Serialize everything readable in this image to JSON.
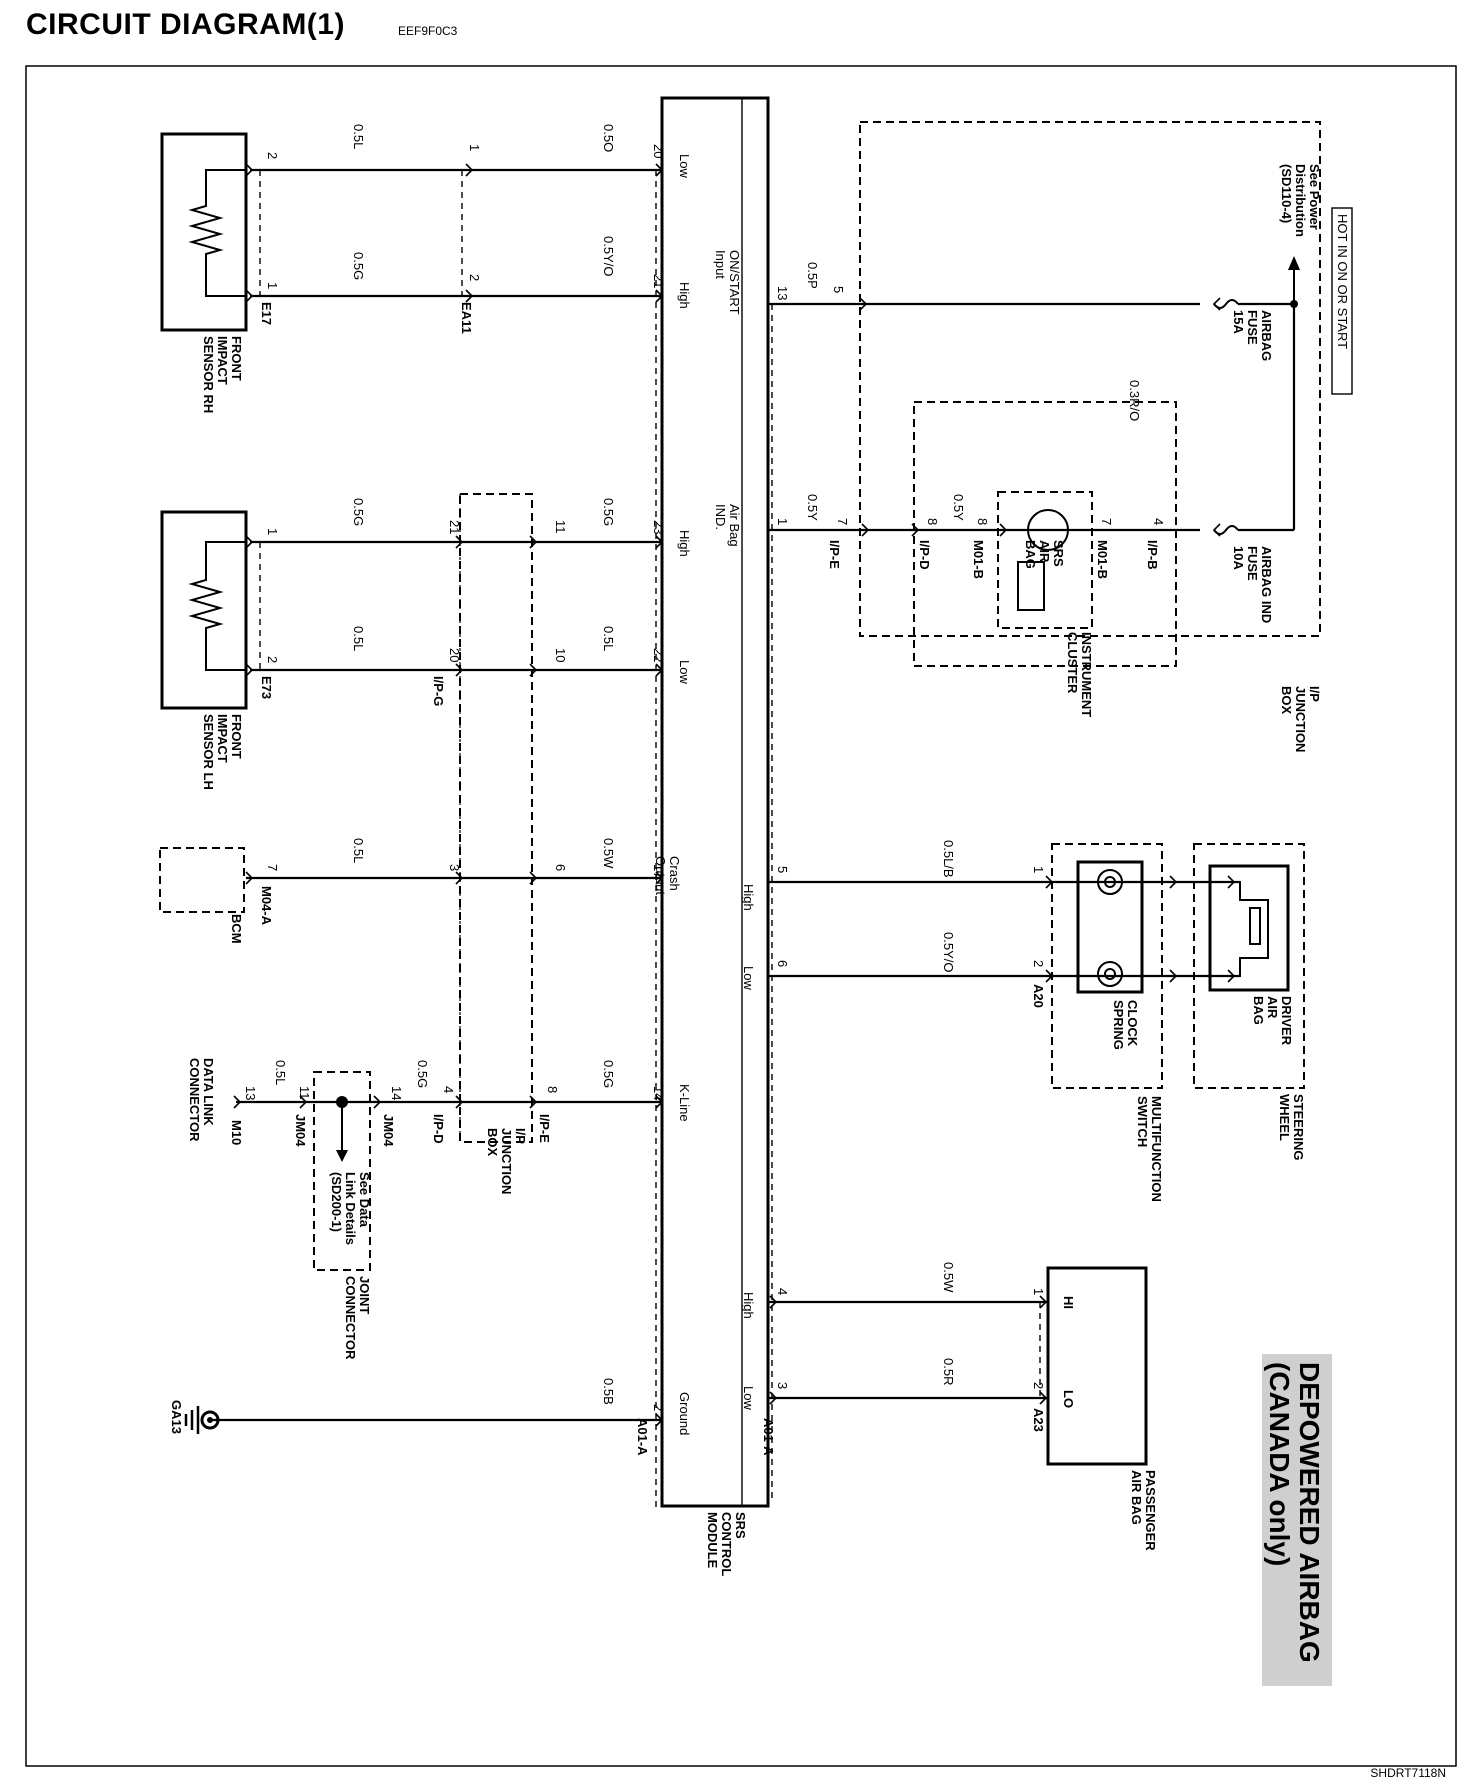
{
  "header": {
    "title": "CIRCUIT DIAGRAM(1)",
    "code": "EEF9F0C3",
    "footer_code": "SHDRT7118N"
  },
  "stamp": {
    "line1": "DEPOWERED AIRBAG",
    "line2": "(CANADA only)"
  },
  "power": {
    "hot_label": "HOT IN ON OR START",
    "ref_lines": [
      "See Power",
      "Distribution",
      "(SD110-4)"
    ],
    "fuse1_lines": [
      "AIRBAG",
      "FUSE",
      "15A"
    ],
    "fuse2_lines": [
      "AIRBAG IND",
      "FUSE",
      "10A"
    ]
  },
  "module": {
    "lines": [
      "SRS",
      "CONTROL",
      "MODULE"
    ],
    "conn_a01": "A01-A",
    "pins": {
      "low": "Low",
      "high": "High",
      "on_start": [
        "ON/START",
        "Input"
      ],
      "airbag_ind": [
        "Air Bag",
        "IND."
      ],
      "high2": "High",
      "low2": "Low",
      "crash": [
        "Crash",
        "Output"
      ],
      "k_line": "K-Line",
      "ground": "Ground",
      "hi3": "High",
      "lo3": "Low",
      "hi4": "High",
      "lo4": "Low"
    }
  },
  "sensor_rh": {
    "lines": [
      "FRONT",
      "IMPACT",
      "SENSOR RH"
    ],
    "conn": "E17"
  },
  "sensor_lh": {
    "lines": [
      "FRONT",
      "IMPACT",
      "SENSOR LH"
    ],
    "conn": "E73"
  },
  "bcm": {
    "label": "BCM",
    "conn": "M04-A"
  },
  "dlc": {
    "lines": [
      "DATA LINK",
      "CONNECTOR"
    ],
    "conn": "M10"
  },
  "joint": {
    "lines": [
      "JOINT",
      "CONNECTOR"
    ],
    "conn1": "JM04",
    "conn2": "JM04",
    "ref": [
      "See Data",
      "Link Details",
      "(SD200-1)"
    ]
  },
  "ip_box": {
    "lines": [
      "I/P",
      "JUNCTION",
      "BOX"
    ],
    "c_g": "I/P-G",
    "c_d": "I/P-D",
    "c_e": "I/P-E"
  },
  "ip_box2": {
    "lines": [
      "I/P",
      "JUNCTION",
      "BOX"
    ],
    "c_b": "I/P-B",
    "c_e": "I/P-E",
    "c_d": "I/P-D"
  },
  "cluster": {
    "lines": [
      "INSTRUMENT",
      "CLUSTER"
    ],
    "c1": "M01-B",
    "c2": "M01-B",
    "lamp": [
      "SRS",
      "AIR",
      "BAG"
    ]
  },
  "ea11": "EA11",
  "clock": {
    "lines": [
      "CLOCK",
      "SPRING"
    ],
    "sw": [
      "MULTIFUNCTION",
      "SWITCH"
    ],
    "conn": "A20"
  },
  "driver": {
    "lines": [
      "DRIVER",
      "AIR",
      "BAG"
    ],
    "wheel": [
      "STEERING",
      "WHEEL"
    ]
  },
  "passenger": {
    "lines": [
      "PASSENGER",
      "AIR BAG"
    ],
    "conn": "A23",
    "hi": "HI",
    "lo": "LO"
  },
  "ground": {
    "label": "GA13"
  },
  "wires": {
    "w1": "0.5L",
    "w2": "0.5O",
    "w3": "0.5G",
    "w4": "0.5Y/O",
    "w5": "0.5P",
    "w6": "0.5G",
    "w7": "0.5G",
    "w8": "0.5L",
    "w9": "0.5L",
    "w10": "0.5L",
    "w11": "0.5W",
    "w12": "0.5L",
    "w13": "0.5G",
    "w14": "0.5G",
    "w15": "0.5B",
    "w16": "0.5Y",
    "w17": "0.5Y",
    "w18": "0.3R/O",
    "w19": "0.5L/B",
    "w20": "0.5Y/O",
    "w21": "0.5W",
    "w22": "0.5R"
  },
  "pins": {
    "p2a": "2",
    "p1a": "1",
    "p1b": "1",
    "p2b": "2",
    "p20": "20",
    "p21": "21",
    "p13": "13",
    "p5": "5",
    "p1c": "1",
    "p2c": "2",
    "p21b": "21",
    "p20b": "20",
    "p11": "11",
    "p10": "10",
    "p23": "23",
    "p22": "22",
    "p7": "7",
    "p3": "3",
    "p6": "6",
    "p17": "17",
    "p13b": "13",
    "p11b": "11",
    "p14": "14",
    "p4": "4",
    "p8": "8",
    "p14b": "14",
    "p2d": "2",
    "p1d": "1",
    "p7b": "7",
    "p8b": "8",
    "p8c": "8",
    "p7c": "7",
    "p4b": "4",
    "p5b": "5",
    "p6b": "6",
    "p1e": "1",
    "p2e": "2",
    "p4c": "4",
    "p3b": "3",
    "p1f": "1",
    "p2f": "2"
  }
}
